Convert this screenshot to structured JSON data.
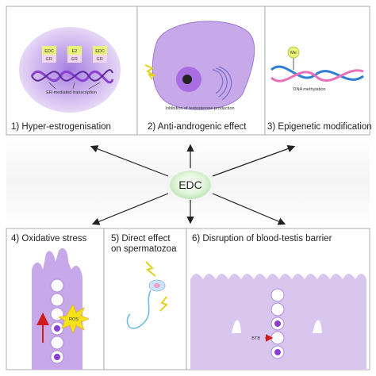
{
  "center": {
    "label": "EDC"
  },
  "panels": {
    "p1": {
      "caption": "1) Hyper-estrogenisation",
      "tags": [
        "EDC",
        "ER",
        "E2",
        "ER",
        "EDC",
        "ER"
      ],
      "annotation": "ER-mediated transcription"
    },
    "p2": {
      "caption": "2) Anti-androgenic effect",
      "annotation": "Inhibition of testosterone production"
    },
    "p3": {
      "caption": "3) Epigenetic modification",
      "badge": "Me",
      "annotation": "DNA methylation"
    },
    "p4": {
      "caption": "4) Oxidative stress",
      "badge": "ROS"
    },
    "p5": {
      "caption_line1": "5) Direct effect",
      "caption_line2": "on spermatozoa"
    },
    "p6": {
      "caption": "6) Disruption of blood-testis barrier",
      "badge": "BTB"
    }
  },
  "colors": {
    "lavender": "#d9c6ef",
    "purple": "#b08cdc",
    "nucleus": "#8a3fd0",
    "lime": "#e8f27a",
    "edc_bubble": "#d5f0cf",
    "ros": "#f5e21d",
    "arrow": "#d11a1a"
  }
}
